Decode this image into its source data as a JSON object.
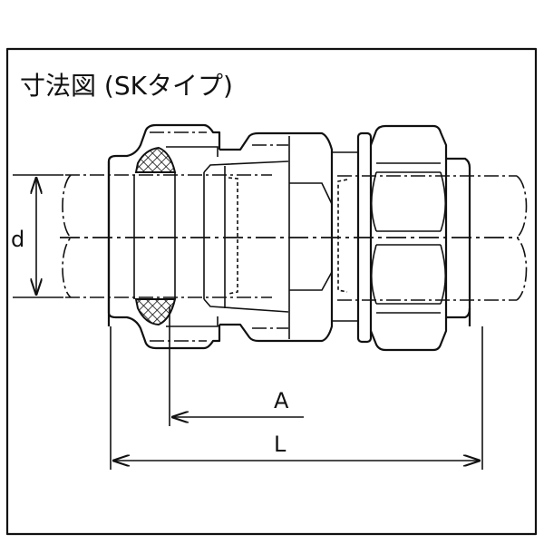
{
  "title": "寸法図 (SKタイプ)",
  "dimensions": {
    "d_label": "d",
    "A_label": "A",
    "L_label": "L"
  }
}
